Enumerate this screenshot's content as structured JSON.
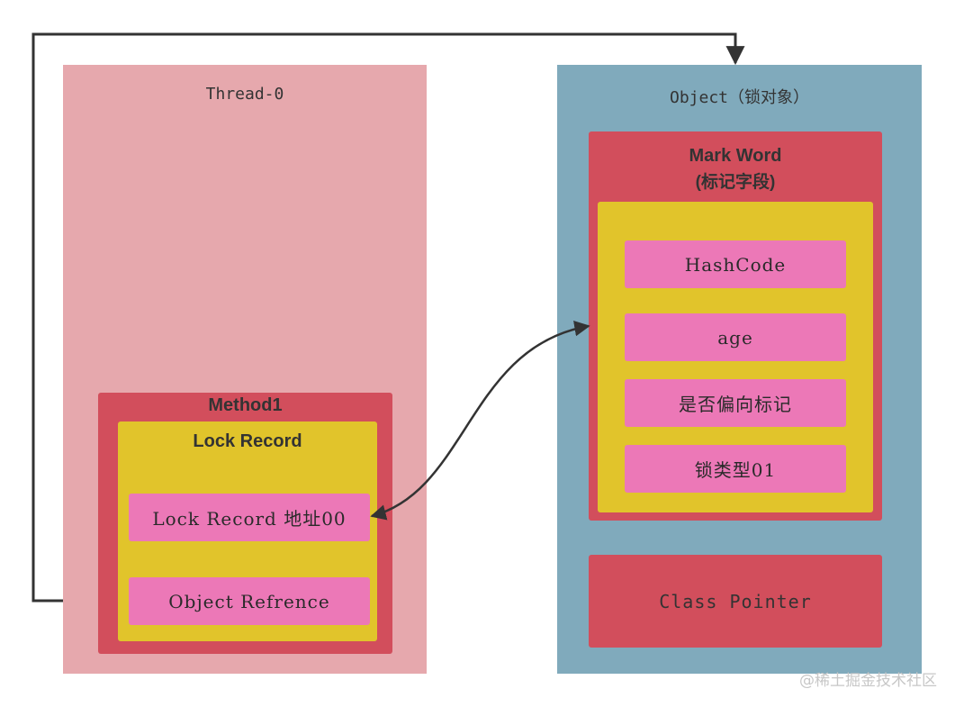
{
  "thread": {
    "title": "Thread-0",
    "method": {
      "title": "Method1",
      "lock_record": {
        "title": "Lock Record",
        "address_label": "Lock Record 地址00",
        "reference_label": "Object Refrence"
      }
    }
  },
  "object": {
    "title": "Object（锁对象）",
    "mark_word": {
      "title_line1": "Mark Word",
      "title_line2": "(标记字段)",
      "fields": [
        "HashCode",
        "age",
        "是否偏向标记",
        "锁类型01"
      ]
    },
    "class_pointer": "Class Pointer"
  },
  "watermark": "@稀土掘金技术社区",
  "colors": {
    "thread_panel": "#e6a8ad",
    "object_panel": "#80aabc",
    "red_box": "#d24e5c",
    "yellow_box": "#e1c42b",
    "pink_item": "#ec78b7",
    "connector": "#333333"
  }
}
